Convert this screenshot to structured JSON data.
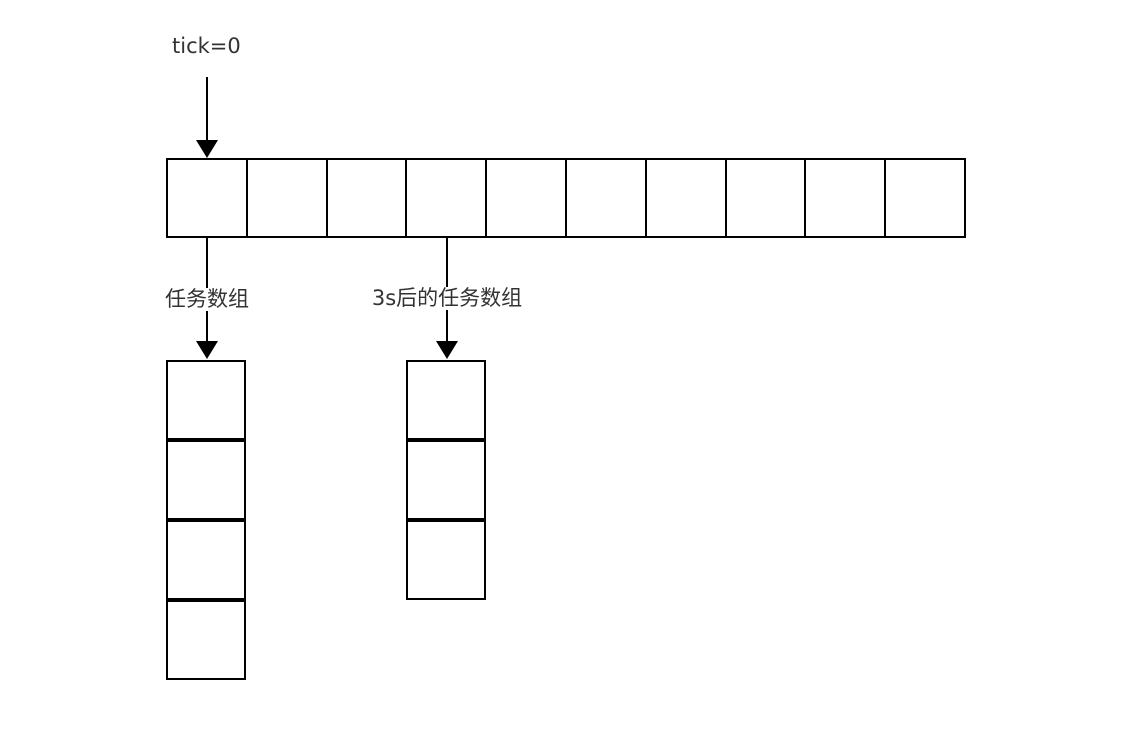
{
  "page": {
    "background": "#ffffff"
  },
  "diagram": {
    "stroke_color": "#000000",
    "text_color": "#333333",
    "tick_pointer": {
      "label": "tick=0"
    },
    "timeline_array": {
      "cell_count": 10
    },
    "task_arrays": [
      {
        "label": "任务数组",
        "cell_count": 4
      },
      {
        "label": "3s后的任务数组",
        "cell_count": 3
      }
    ]
  }
}
